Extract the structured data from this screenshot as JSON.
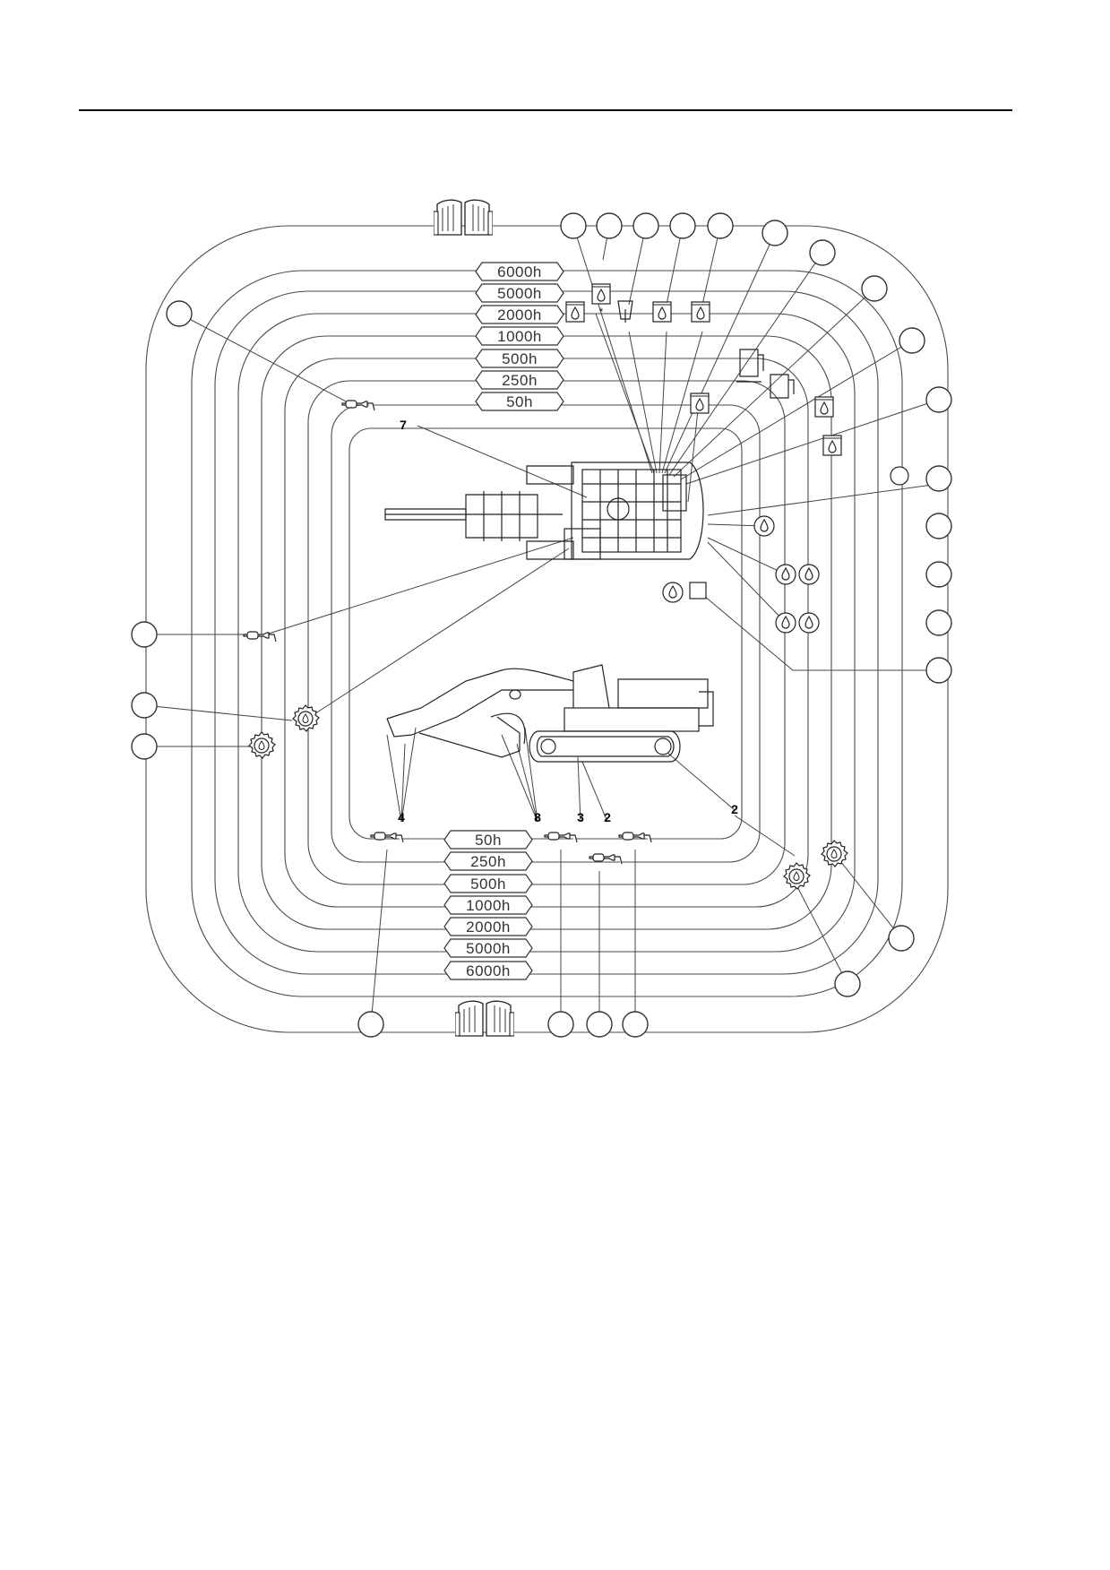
{
  "intervals_top": [
    "6000h",
    "5000h",
    "2000h",
    "1000h",
    "500h",
    "250h",
    "50h"
  ],
  "intervals_bottom": [
    "50h",
    "250h",
    "500h",
    "1000h",
    "2000h",
    "5000h",
    "6000h"
  ],
  "callouts": {
    "top_view_label": "7",
    "side_view_labels": [
      "4",
      "8",
      "3",
      "2",
      "2"
    ]
  },
  "icons": {
    "manual": "manual-book-icon",
    "grease_gun": "grease-gun-icon",
    "oil_reservoir": "oil-reservoir-icon",
    "oil_can": "oil-can-icon",
    "filter": "filter-icon",
    "gear_oil": "gear-oil-icon",
    "coolant": "coolant-icon",
    "fuel": "fuel-pump-icon"
  }
}
